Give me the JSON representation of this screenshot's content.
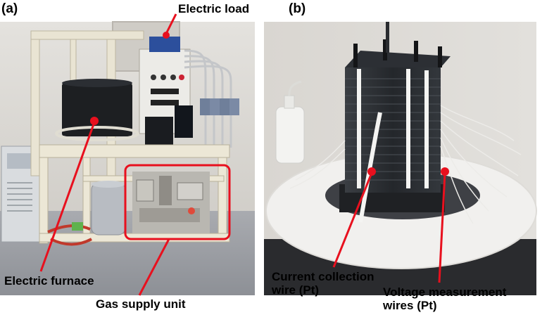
{
  "panels": [
    {
      "label": "(a)"
    },
    {
      "label": "(b)"
    }
  ],
  "annotations": {
    "electric_load": "Electric load",
    "electric_furnace": "Electric furnace",
    "gas_supply_unit": "Gas supply unit",
    "current_collection_line1": "Current collection",
    "current_collection_line2": "wire (Pt)",
    "voltage_measurement_line1": "Voltage measurement",
    "voltage_measurement_line2": "wires (Pt)"
  },
  "colors": {
    "callout": "#e8101e",
    "photo_a_wall": "#d8d5cf",
    "photo_b_wall": "#d7d4cf",
    "insulation": "#f1f0ee",
    "stack": "#2a2d31"
  }
}
